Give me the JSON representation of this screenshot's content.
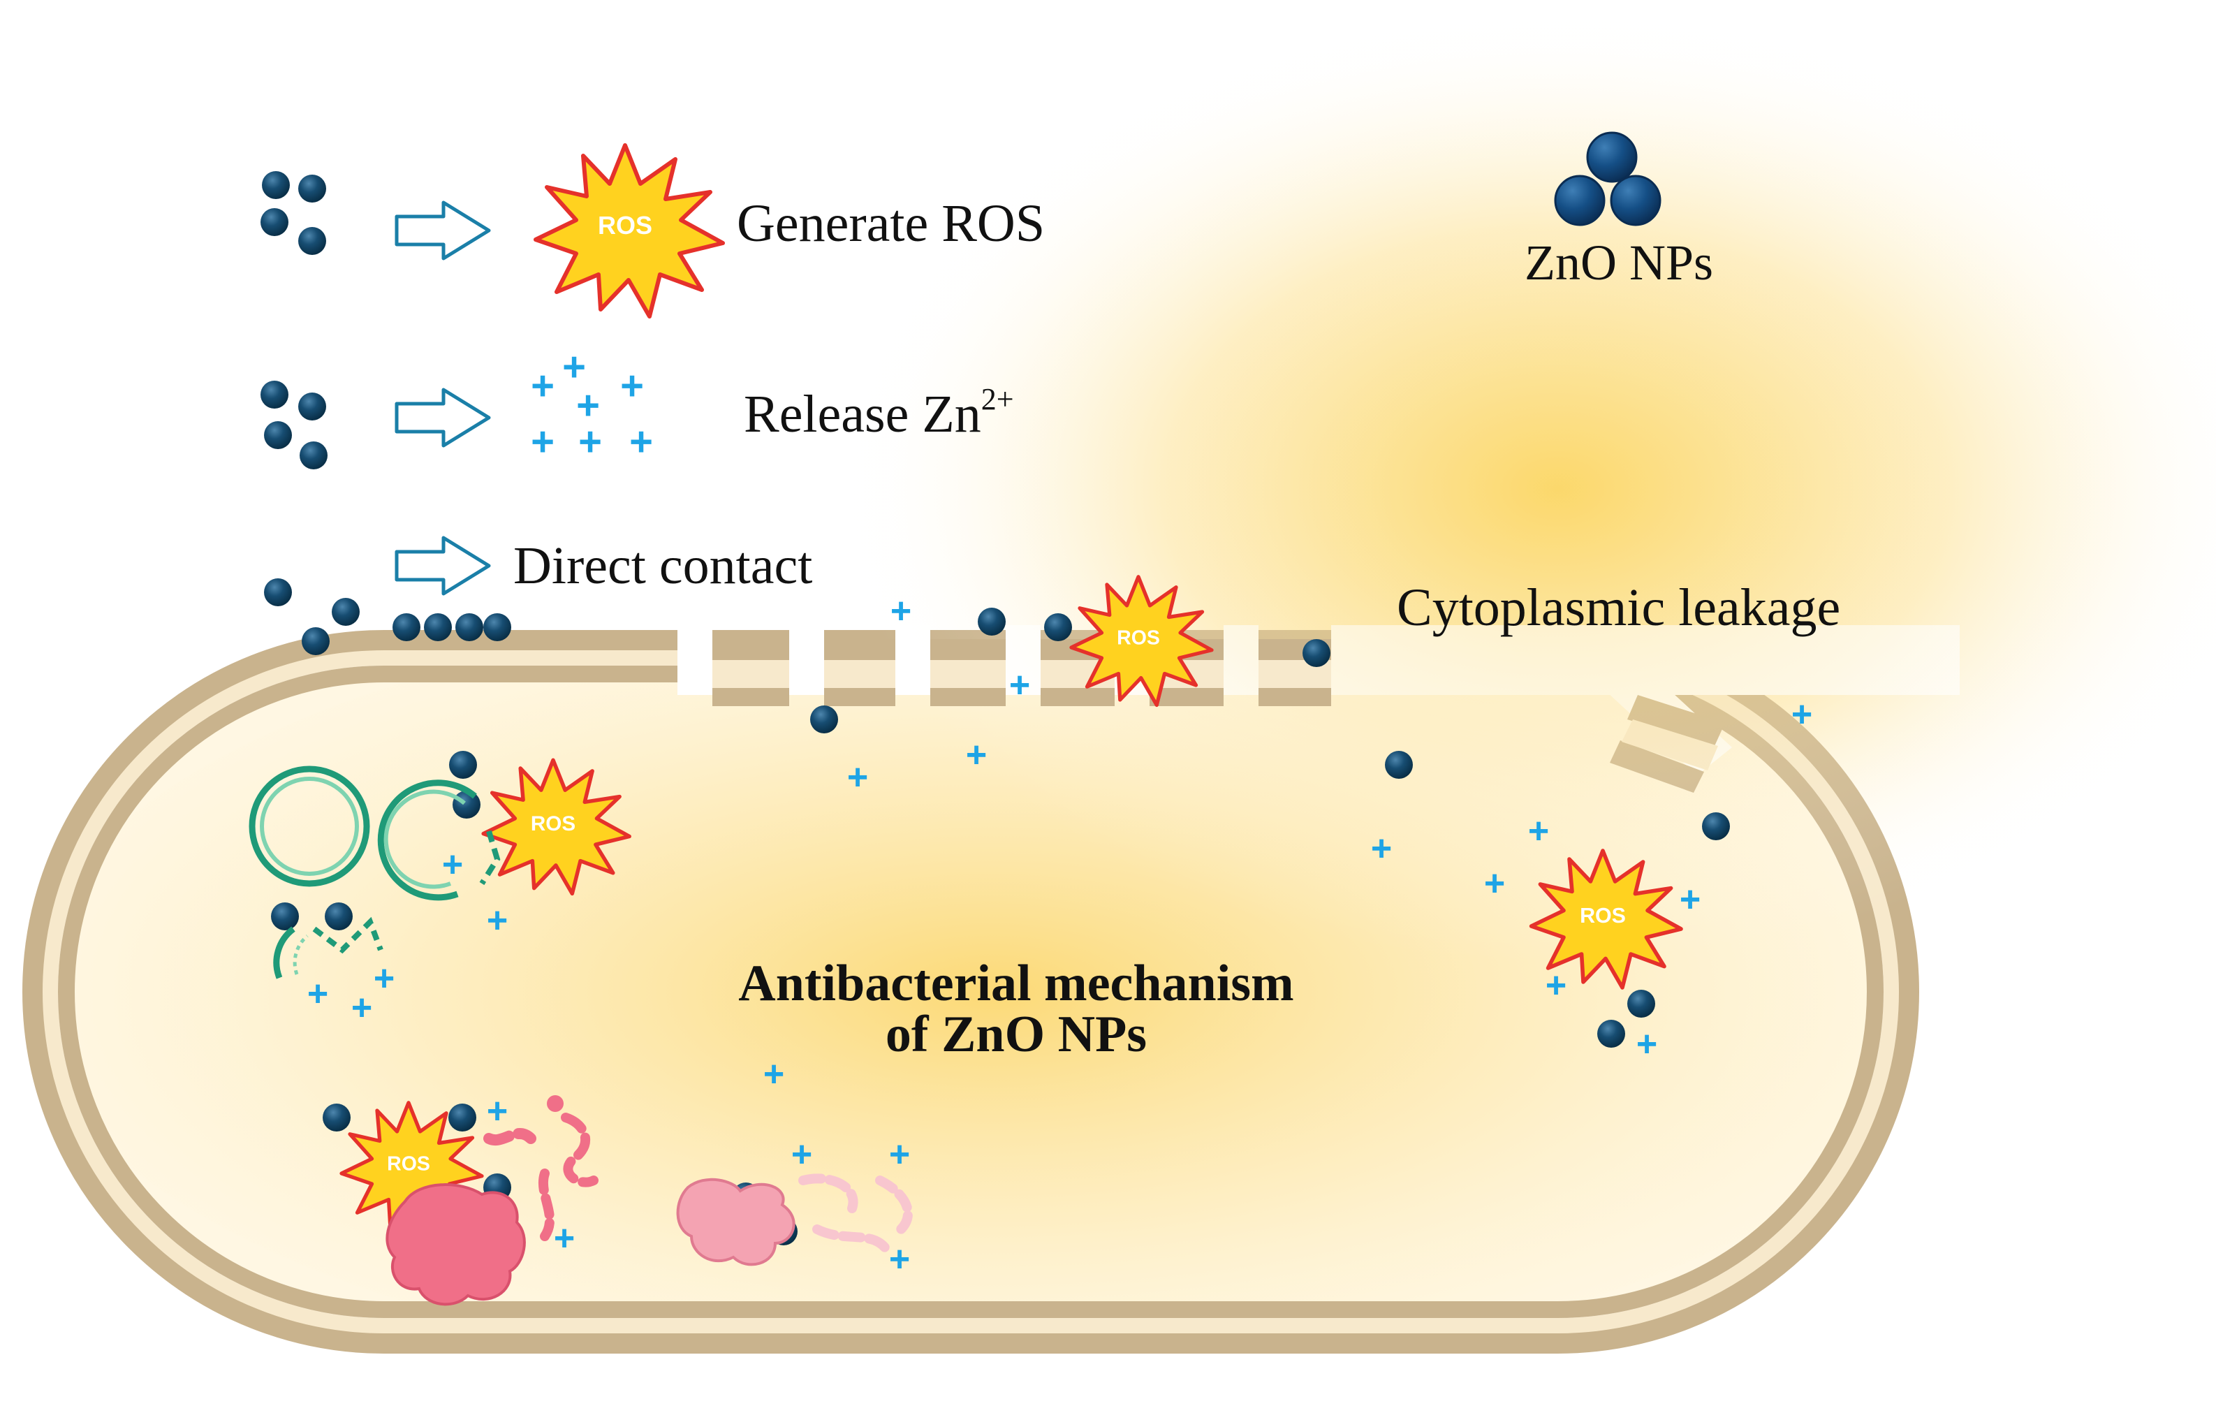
{
  "legend": {
    "generate_ros": "Generate ROS",
    "release_zn_base": "Release Zn",
    "release_zn_sup": "2+",
    "direct_contact": "Direct contact"
  },
  "zno_label": "ZnO NPs",
  "ros_label": "ROS",
  "ion_symbol": "+",
  "leakage_label": "Cytoplasmic leakage",
  "title": {
    "line1": "Antibacterial mechanism",
    "line2": "of ZnO NPs"
  },
  "colors": {
    "nanoparticle": "#0f4466",
    "wall": "#c9b38d",
    "wall_inner": "#f7e9cc",
    "ros_fill": "#ffd21f",
    "ros_stroke": "#e5312b",
    "ion": "#1ea4e6",
    "arrow": "#1a7fa8",
    "dna": "#1f9a78",
    "protein": "#f07088",
    "glow": "#fbd86a"
  },
  "icons": {
    "ros_burst": "starburst",
    "ion": "plus-sign",
    "nanoparticle": "sphere",
    "arrow": "hollow-right-arrow"
  }
}
